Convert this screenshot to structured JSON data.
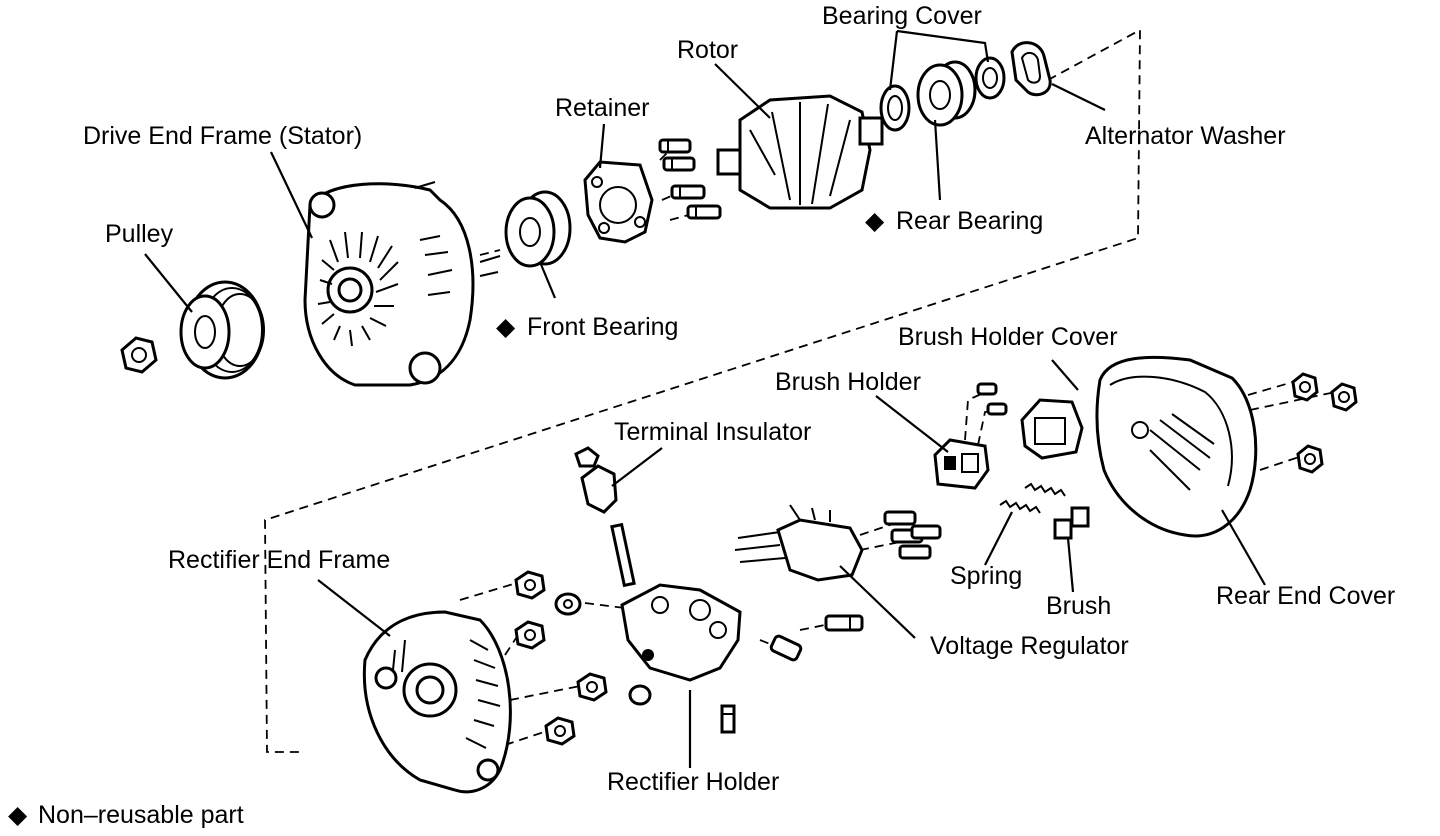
{
  "labels": {
    "bearing_cover": "Bearing Cover",
    "rotor": "Rotor",
    "retainer": "Retainer",
    "drive_end_frame": "Drive End Frame (Stator)",
    "alternator_washer": "Alternator Washer",
    "pulley": "Pulley",
    "rear_bearing": "Rear Bearing",
    "front_bearing": "Front Bearing",
    "brush_holder_cover": "Brush Holder Cover",
    "brush_holder": "Brush Holder",
    "terminal_insulator": "Terminal Insulator",
    "rectifier_end_frame": "Rectifier End Frame",
    "spring": "Spring",
    "brush": "Brush",
    "rear_end_cover": "Rear End Cover",
    "voltage_regulator": "Voltage Regulator",
    "rectifier_holder": "Rectifier Holder"
  },
  "legend": {
    "symbol": "◆",
    "text": "Non–reusable part"
  },
  "non_reusable_marker": "◆"
}
